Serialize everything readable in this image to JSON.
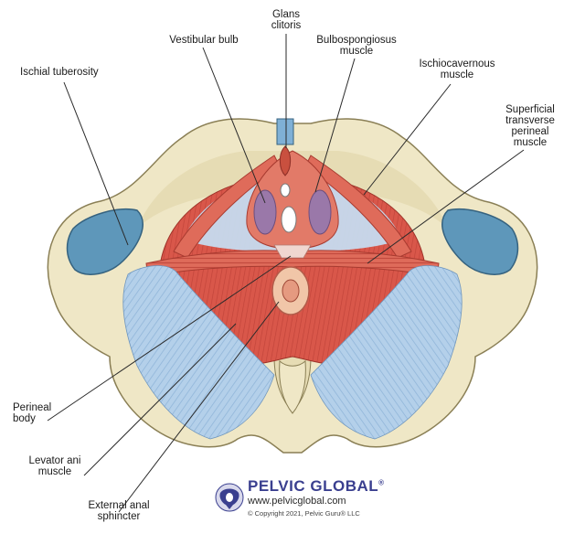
{
  "labels": {
    "glans_clitoris": "Glans\nclitoris",
    "vestibular_bulb": "Vestibular bulb",
    "bulbospongiosus": "Bulbospongiosus\nmuscle",
    "ischial_tuberosity": "Ischial tuberosity",
    "ischiocavernous": "Ischiocavernous\nmuscle",
    "superficial_transverse": "Superficial\ntransverse\nperineal\nmuscle",
    "perineal_body": "Perineal\nbody",
    "levator_ani": "Levator ani\nmuscle",
    "external_anal": "External anal\nsphincter"
  },
  "brand": {
    "name": "PELVIC GLOBAL",
    "registered": "®",
    "url": "www.pelvicglobal.com",
    "copyright": "© Copyright 2021, Pelvic Guru® LLC"
  },
  "colors": {
    "bone": "#efe7c6",
    "bone_shadow": "#cfc59a",
    "muscle": "#d9574a",
    "muscle_light": "#ea8a78",
    "ligament": "#a9c8e6",
    "cartilage": "#5e97ba",
    "bulb": "#9a78a9",
    "brand": "#3a3f8f"
  }
}
